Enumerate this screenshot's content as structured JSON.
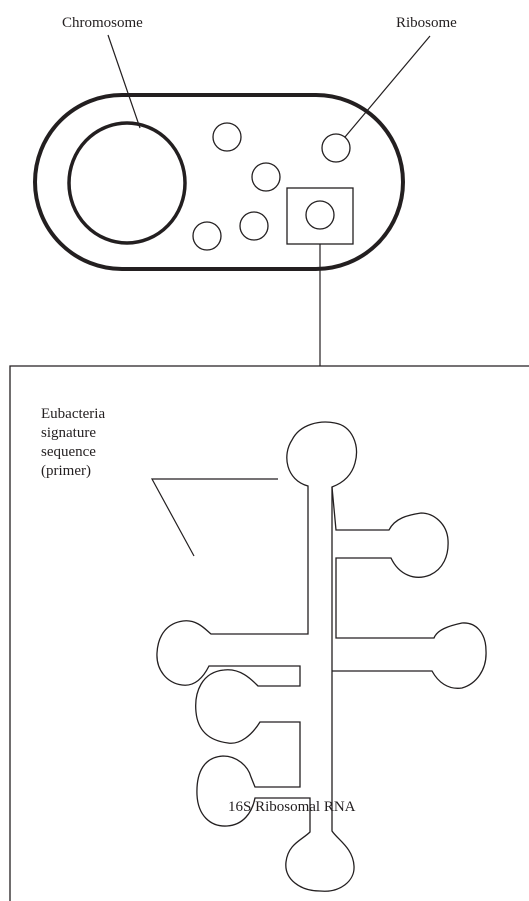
{
  "labels": {
    "chromosome": "Chromosome",
    "ribosome": "Ribosome",
    "primer_line1": "Eubacteria",
    "primer_line2": "signature",
    "primer_line3": "sequence",
    "primer_line4": "(primer)",
    "rna": "16S Ribosomal RNA"
  },
  "colors": {
    "ink": "#231f20",
    "background": "#ffffff"
  }
}
